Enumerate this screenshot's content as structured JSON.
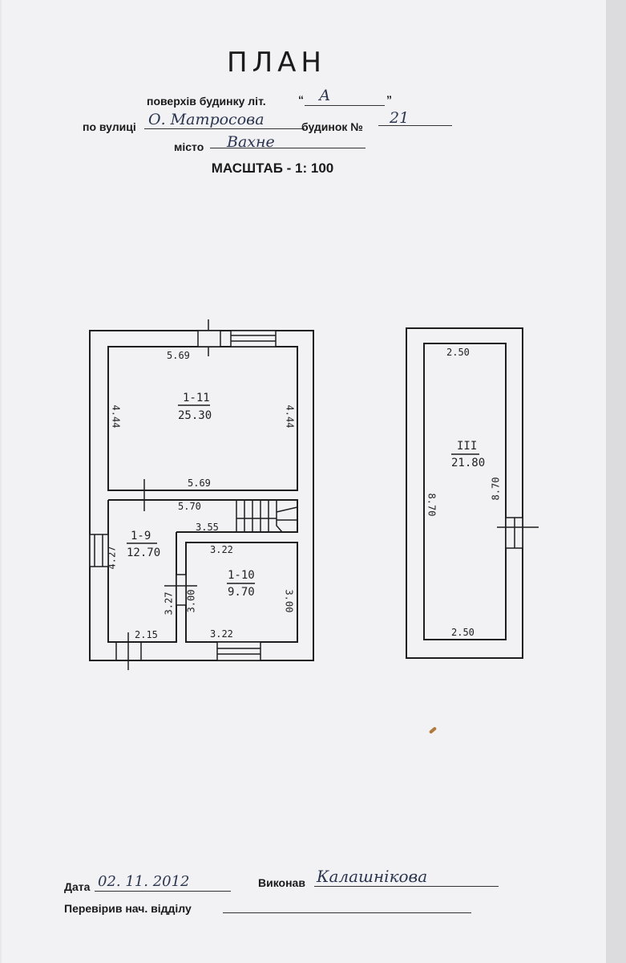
{
  "header": {
    "title": "ПЛАН",
    "floors_label": "поверхів будинку літ.",
    "floors_quote_open": "“",
    "floors_quote_close": "”",
    "floors_value": "А",
    "street_label": "по вулиці",
    "street_value": "О. Матросова",
    "house_label": "будинок №",
    "house_value": "21",
    "city_label": "місто",
    "city_value": "Вахне",
    "scale": "МАСШТАБ - 1: 100"
  },
  "plan": {
    "rooms": [
      {
        "id": "1-11",
        "area": "25.30"
      },
      {
        "id": "1-9",
        "area": "12.70"
      },
      {
        "id": "1-10",
        "area": "9.70"
      },
      {
        "id": "III",
        "area": "21.80"
      }
    ],
    "dims": {
      "r11_top": "5.69",
      "r11_bottom": "5.69",
      "r11_left": "4.44",
      "r11_right": "4.44",
      "hall_top": "5.70",
      "hall_inner": "3.55",
      "r9_left": "4.27",
      "r9_bottom": "2.15",
      "r9_right": "3.27",
      "r10_top": "3.22",
      "r10_bottom": "3.22",
      "r10_left": "3.00",
      "r10_right": "3.00",
      "r3_top": "2.50",
      "r3_bottom": "2.50",
      "r3_left": "8.70",
      "r3_right": "8.70"
    }
  },
  "footer": {
    "date_label": "Дата",
    "date_value": "02. 11. 2012",
    "done_label": "Виконав",
    "done_value": "Калашнікова",
    "checked_label": "Перевірив нач. відділу"
  }
}
